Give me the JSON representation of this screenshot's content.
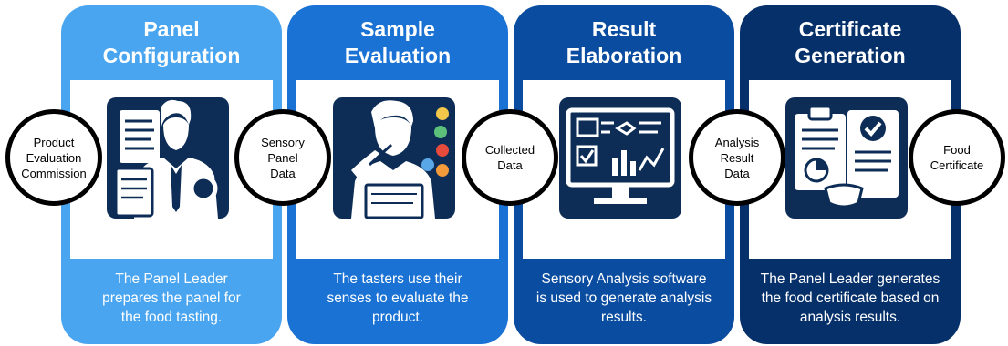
{
  "steps": [
    {
      "title_line1": "Panel",
      "title_line2": "Configuration",
      "desc_line1": "The Panel Leader",
      "desc_line2": "prepares the panel for",
      "desc_line3": "the food tasting."
    },
    {
      "title_line1": "Sample",
      "title_line2": "Evaluation",
      "desc_line1": "The tasters use their",
      "desc_line2": "senses to evaluate the",
      "desc_line3": "product."
    },
    {
      "title_line1": "Result",
      "title_line2": "Elaboration",
      "desc_line1": "Sensory Analysis software",
      "desc_line2": "is used to generate analysis",
      "desc_line3": "results."
    },
    {
      "title_line1": "Certificate",
      "title_line2": "Generation",
      "desc_line1": "The Panel Leader generates",
      "desc_line2": "the food certificate based on",
      "desc_line3": "analysis results."
    }
  ],
  "nodes": [
    {
      "lines": [
        "Product",
        "Evaluation",
        "Commission"
      ]
    },
    {
      "lines": [
        "Sensory",
        "Panel",
        "Data"
      ]
    },
    {
      "lines": [
        "Collected",
        "Data"
      ]
    },
    {
      "lines": [
        "Analysis",
        "Result",
        "Data"
      ]
    },
    {
      "lines": [
        "Food",
        "Certificate"
      ]
    }
  ],
  "icons": [
    "panel-leader-icon",
    "taster-icon",
    "analysis-software-icon",
    "certificate-icon"
  ],
  "colors": {
    "step1": "#4aa5f0",
    "step2": "#1a72d4",
    "step3": "#0a4ca0",
    "step4": "#06306a",
    "icon_bg": "#0d2d57"
  }
}
